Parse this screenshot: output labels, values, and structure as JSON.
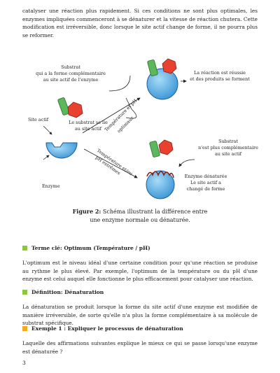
{
  "intro_text": "catalyser une réaction plus rapidement. Si ces conditions ne sont plus optimales, les enzymes impliquées commenceront à se dénaturer et la vitesse de réaction chutera. Cette modification est irréversible, donc lorsque le site actif change de forme, il ne pourra plus se reformer.",
  "diagram": {
    "substrat_top_line1": "Substrat",
    "substrat_top_line2": "qui a la forme complémentaire",
    "substrat_top_line3": "au site actif de l'enzyme",
    "reaction_line1": "La réaction est réussie",
    "reaction_line2": "et des produits se forment",
    "site_actif": "Site actif",
    "lie_line1": "Le substrat se lie",
    "lie_line2": "au site actif",
    "optimaux_line1": "Température et pH",
    "optimaux_line2": "optimaux",
    "extremes_line1": "Température et/ou",
    "extremes_line2": "pH extrêmes",
    "substrat_right_line1": "Substrat",
    "substrat_right_line2": "n'est plus complémentaire",
    "substrat_right_line3": "au site actif",
    "denature_line1": "Enzyme dénaturée",
    "denature_line2": "Le site actif a",
    "denature_line3": "changé de forme",
    "enzyme": "Enzyme"
  },
  "caption": {
    "label": "Figure 2:",
    "line1": " Schéma illustrant la différence entre",
    "line2": "une enzyme normale ou dénaturée."
  },
  "sections": [
    {
      "title": "Terme clé: Optimum (Température / pH)",
      "color": "#8cc63f",
      "body": "L'optimum est le niveau idéal d'une certaine condition pour qu'une réaction se produise au rythme le plus élevé. Par exemple, l'optimum de la température ou du pH d'une enzyme est celui auquel elle fonctionne le plus efficacement pour catalyser une réaction."
    },
    {
      "title": "Définition: Dénaturation",
      "color": "#8cc63f",
      "body": "La dénaturation se produit lorsque la forme du site actif d'une enzyme est modifiée de manière irréversible, de sorte qu'elle n'a plus la forme complémentaire à sa molécule de substrat spécifique."
    },
    {
      "title": "Exemple 1 : Expliquer le processus de dénaturation",
      "color": "#f7a823",
      "body": "Laquelle des affirmations suivantes explique le mieux ce qui se passe lorsqu'une enzyme est dénaturée ?"
    }
  ],
  "page_number": "3",
  "colors": {
    "enzyme": "#5aaee6",
    "substrate_green": "#5cb85c",
    "substrate_red": "#e8412f"
  }
}
